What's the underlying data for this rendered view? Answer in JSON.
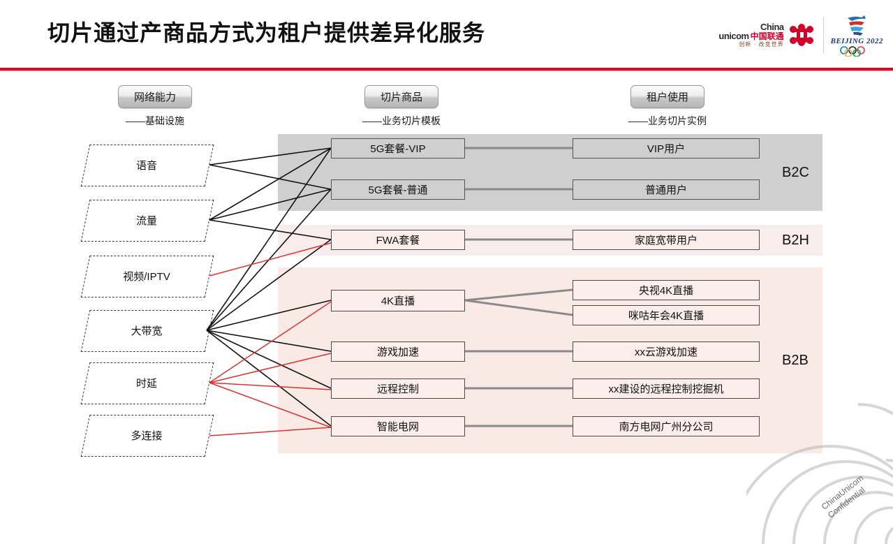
{
  "header": {
    "title": "切片通过产商品方式为租户提供差异化服务",
    "logo": {
      "unicom_line1": "China",
      "unicom_line2": "unicom",
      "unicom_cn": "中国联通",
      "unicom_slogan": "创新 · 改变世界",
      "olympic_text": "BEIJING 2022",
      "accent_red": "#e30613"
    }
  },
  "columns": [
    {
      "pill": "网络能力",
      "sub": "——基础设施"
    },
    {
      "pill": "切片商品",
      "sub": "——业务切片模板"
    },
    {
      "pill": "租户使用",
      "sub": "——业务切片实例"
    }
  ],
  "network_capabilities": [
    {
      "label": "语音"
    },
    {
      "label": "流量"
    },
    {
      "label": "视频/IPTV"
    },
    {
      "label": "大带宽"
    },
    {
      "label": "时延"
    },
    {
      "label": "多连接"
    }
  ],
  "slice_products": [
    {
      "label": "5G套餐-VIP",
      "style": "gray"
    },
    {
      "label": "5G套餐-普通",
      "style": "gray"
    },
    {
      "label": "FWA套餐",
      "style": "pink"
    },
    {
      "label": "4K直播",
      "style": "pink"
    },
    {
      "label": "游戏加速",
      "style": "pink"
    },
    {
      "label": "远程控制",
      "style": "pink"
    },
    {
      "label": "智能电网",
      "style": "pink"
    }
  ],
  "tenant_instances": [
    {
      "label": "VIP用户",
      "style": "gray"
    },
    {
      "label": "普通用户",
      "style": "gray"
    },
    {
      "label": "家庭宽带用户",
      "style": "pink"
    },
    {
      "label": "央视4K直播",
      "style": "pink"
    },
    {
      "label": "咪咕年会4K直播",
      "style": "pink"
    },
    {
      "label": "xx云游戏加速",
      "style": "pink"
    },
    {
      "label": "xx建设的远程控制挖掘机",
      "style": "pink"
    },
    {
      "label": "南方电网广州分公司",
      "style": "pink"
    }
  ],
  "bands": [
    {
      "label": "B2C",
      "color": "#cfcfcf"
    },
    {
      "label": "B2H",
      "color": "#f9ecec"
    },
    {
      "label": "B2B",
      "color": "#faeae6"
    }
  ],
  "watermark": {
    "line1": "ChinaUnicom",
    "line2": "Confidential"
  },
  "link_colors": {
    "black": "#111111",
    "red": "#e03030",
    "gray": "#8a8a8a"
  }
}
